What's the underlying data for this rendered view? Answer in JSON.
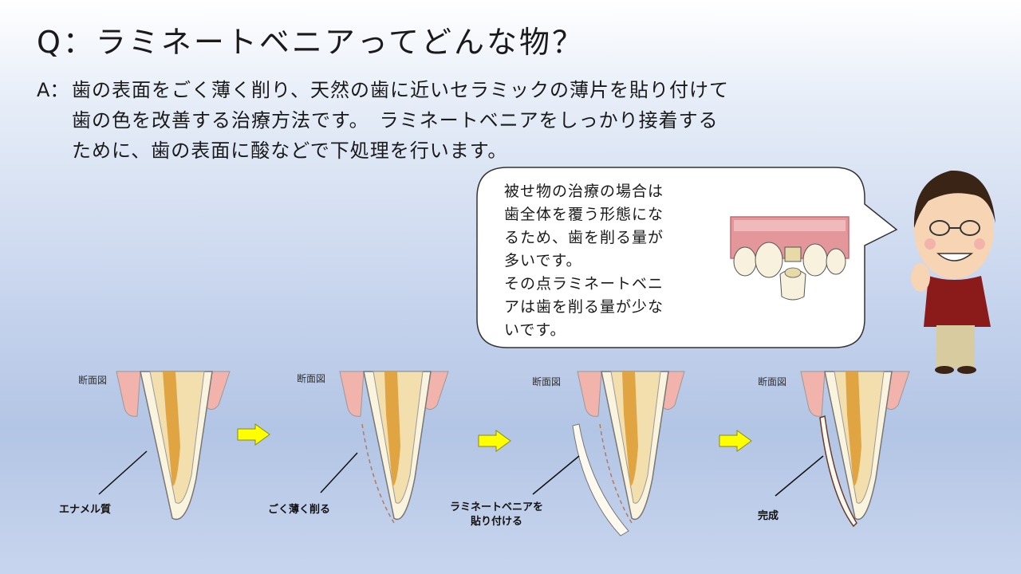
{
  "slide": {
    "title": "Q：ラミネートベニアってどんな物？",
    "answer_label": "A：",
    "answer_lines": [
      "歯の表面をごく薄く削り、天然の歯に近いセラミックの薄片を貼り付けて",
      "歯の色を改善する治療方法です。　ラミネートベニアをしっかり接着する",
      "ために、歯の表面に酸などで下処理を行います。"
    ],
    "bubble_text": "被せ物の治療の場合は\n歯全体を覆う形態にな\nるため、歯を削る量が\n多いです。\nその点ラミネートベニ\nアは歯を削る量が少な\nいです。"
  },
  "diagram": {
    "steps": [
      {
        "section_label": "断面図",
        "caption": "エナメル質"
      },
      {
        "section_label": "断面図",
        "caption": "ごく薄く削る"
      },
      {
        "section_label": "断面図",
        "caption_line1": "ラミネートベニアを",
        "caption_line2": "貼り付ける"
      },
      {
        "section_label": "断面図",
        "caption": "完成"
      }
    ],
    "arrow_color": "#ffff00",
    "gum_color": "#f2b3ad",
    "enamel_color": "#faf3de",
    "dentin_color": "#f3dfae",
    "pulp_color": "#e0a542"
  }
}
